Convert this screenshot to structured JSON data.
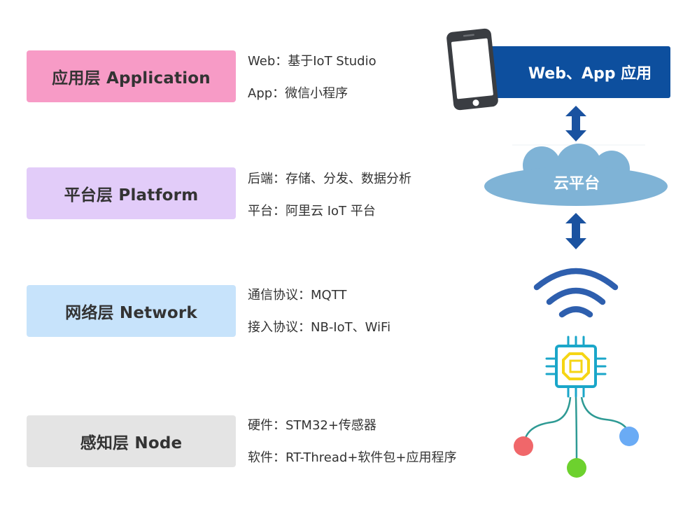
{
  "layers": {
    "application": {
      "title": "应用层 Application",
      "line1": "Web：基于IoT Studio",
      "line2": "App：微信小程序"
    },
    "platform": {
      "title": "平台层 Platform",
      "line1": "后端：存储、分发、数据分析",
      "line2": "平台：阿里云 IoT 平台"
    },
    "network": {
      "title": "网络层 Network",
      "line1": "通信协议：MQTT",
      "line2": "接入协议：NB-IoT、WiFi"
    },
    "node": {
      "title": "感知层 Node",
      "line1": "硬件：STM32+传感器",
      "line2": "软件：RT-Thread+软件包+应用程序"
    }
  },
  "illustration": {
    "app_banner": "Web、App 应用",
    "cloud_label": "云平台",
    "icons": [
      "phone-icon",
      "double-arrow-icon",
      "cloud-icon",
      "wifi-icon",
      "chip-icon",
      "sensor-node-icon"
    ]
  },
  "colors": {
    "application": "#f79bc6",
    "platform": "#e2ccf9",
    "network": "#c7e3fb",
    "node": "#e4e4e4",
    "banner": "#0d4f9e",
    "cloud": "#7fb3d6",
    "arrow": "#1a52a0",
    "wifi": "#2e5fae",
    "chip_outer": "#1aa6c9",
    "chip_inner": "#f5d514",
    "node_red": "#f0676a",
    "node_green": "#6dd12e",
    "node_blue": "#6aabf5"
  }
}
